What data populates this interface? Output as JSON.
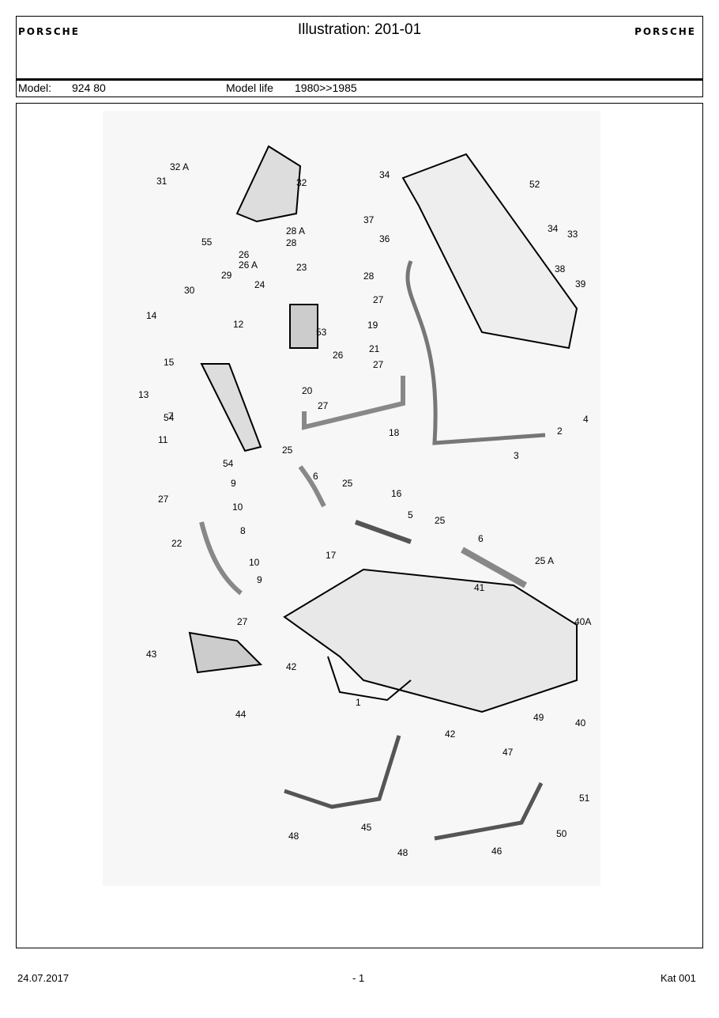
{
  "header": {
    "logo_left": "PORSCHE",
    "logo_right": "PORSCHE",
    "title": "Illustration: 201-01"
  },
  "model_bar": {
    "model_label": "Model:",
    "model_value": "924 80",
    "life_label": "Model life",
    "life_value": "1980>>1985"
  },
  "callouts": [
    "32 A",
    "31",
    "32",
    "34",
    "52",
    "37",
    "34",
    "33",
    "36",
    "55",
    "28 A",
    "28",
    "26",
    "26 A",
    "23",
    "29",
    "30",
    "24",
    "28",
    "38",
    "39",
    "27",
    "14",
    "12",
    "19",
    "53",
    "21",
    "27",
    "26",
    "15",
    "13",
    "20",
    "27",
    "54",
    "7",
    "18",
    "2",
    "4",
    "11",
    "25",
    "3",
    "54",
    "6",
    "9",
    "25",
    "10",
    "16",
    "5",
    "27",
    "8",
    "25",
    "22",
    "17",
    "6",
    "25 A",
    "10",
    "41",
    "9",
    "40A",
    "27",
    "43",
    "42",
    "1",
    "44",
    "49",
    "40",
    "42",
    "47",
    "51",
    "48",
    "45",
    "50",
    "48",
    "46"
  ],
  "footer": {
    "date": "24.07.2017",
    "page": "- 1",
    "catalog": "Kat 001"
  }
}
